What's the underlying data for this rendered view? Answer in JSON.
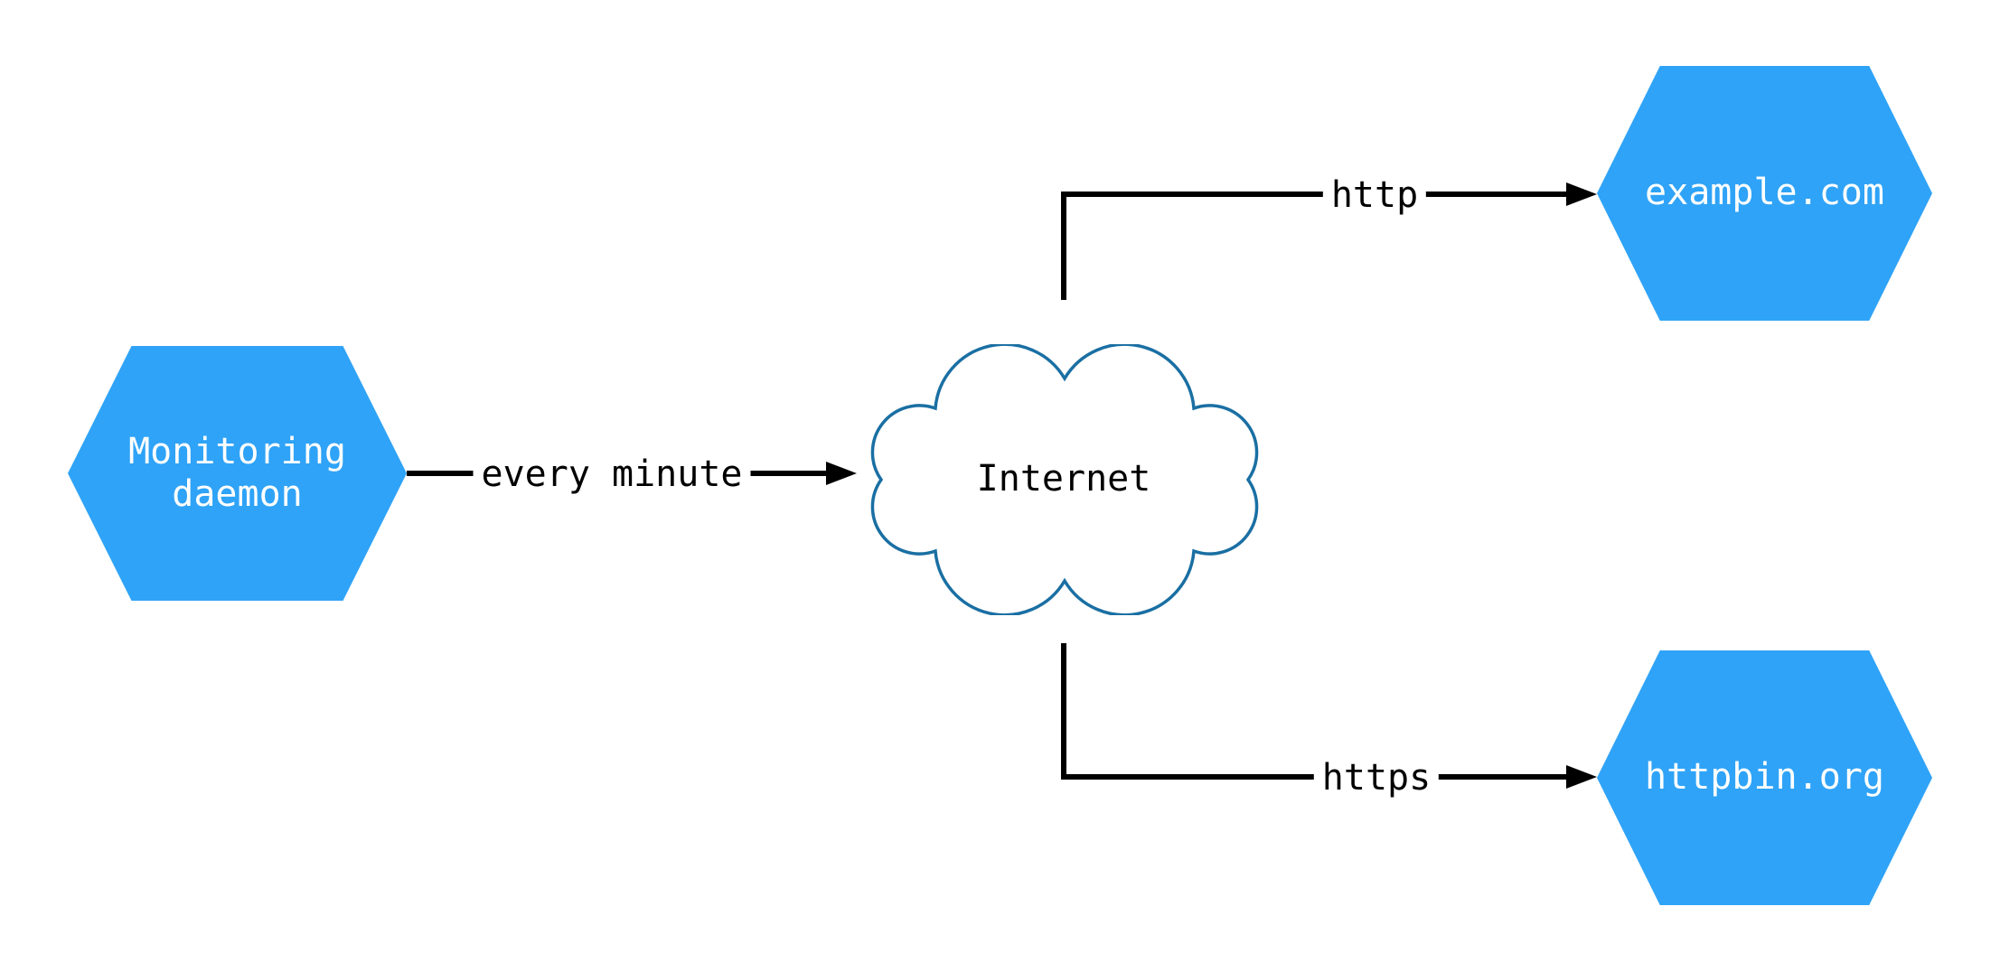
{
  "colors": {
    "background": "#ffffff",
    "node_fill": "#2fa3f7",
    "node_text": "#ffffff",
    "cloud_fill": "#ffffff",
    "cloud_stroke": "#1a6fa3",
    "edge_color": "#000000",
    "edge_label_text": "#000000"
  },
  "nodes": {
    "monitoring": {
      "label": "Monitoring\ndaemon",
      "shape": "hexagon"
    },
    "internet": {
      "label": "Internet",
      "shape": "cloud"
    },
    "example": {
      "label": "example.com",
      "shape": "hexagon"
    },
    "httpbin": {
      "label": "httpbin.org",
      "shape": "hexagon"
    }
  },
  "edges": [
    {
      "from": "monitoring",
      "to": "internet",
      "label": "every minute"
    },
    {
      "from": "internet",
      "to": "example",
      "label": "http"
    },
    {
      "from": "internet",
      "to": "httpbin",
      "label": "https"
    }
  ]
}
